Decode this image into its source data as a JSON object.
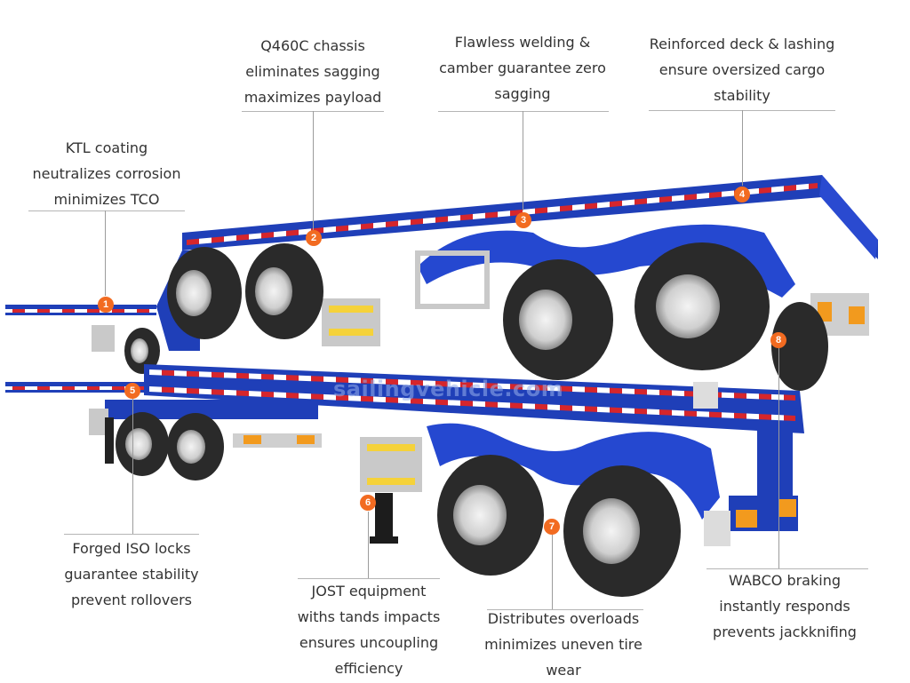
{
  "watermark": "sailingvehicle.com",
  "colors": {
    "frame": "#1f3fb8",
    "frame_dark": "#152b85",
    "marker": "#f26b21",
    "tire": "#2a2a2a",
    "rim": "#e6e6e6"
  },
  "callouts": [
    {
      "num": "1",
      "lines": [
        "KTL coating",
        "neutralizes corrosion",
        "minimizes TCO"
      ]
    },
    {
      "num": "2",
      "lines": [
        "Q460C chassis",
        "eliminates sagging",
        "maximizes payload"
      ]
    },
    {
      "num": "3",
      "lines": [
        "Flawless welding &",
        "camber guarantee zero",
        "sagging"
      ]
    },
    {
      "num": "4",
      "lines": [
        "Reinforced deck & lashing",
        "ensure oversized cargo",
        "stability"
      ]
    },
    {
      "num": "5",
      "lines": [
        "Forged ISO locks",
        "guarantee stability",
        "prevent rollovers"
      ]
    },
    {
      "num": "6",
      "lines": [
        "JOST equipment",
        "withs tands impacts",
        "ensures uncoupling",
        "efficiency"
      ]
    },
    {
      "num": "7",
      "lines": [
        "Distributes overloads",
        "minimizes uneven tire",
        "wear"
      ]
    },
    {
      "num": "8",
      "lines": [
        "WABCO braking",
        "instantly responds",
        "prevents jackknifing"
      ]
    }
  ]
}
